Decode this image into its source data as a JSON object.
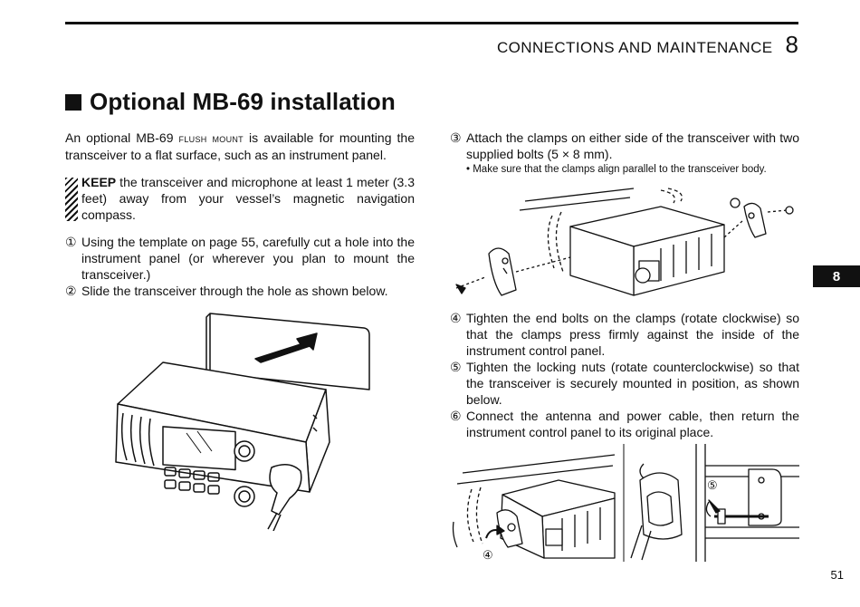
{
  "header": {
    "section_title": "CONNECTIONS AND MAINTENANCE",
    "section_number": "8"
  },
  "side_tab": "8",
  "title": "Optional MB-69 installation",
  "intro": {
    "part1": "An optional MB-69 ",
    "smallcaps": "flush mount",
    "part2": " is available for mounting the transceiver to a flat surface, such as an instrument panel."
  },
  "warning": {
    "bold": "KEEP",
    "text": " the transceiver and microphone at least 1 meter (3.3 feet) away from your vessel’s magnetic navigation compass."
  },
  "steps_left": [
    {
      "num": "①",
      "text": "Using the template on page 55, carefully cut a hole into the instrument panel (or wherever you plan to mount the transceiver.)"
    },
    {
      "num": "②",
      "text": "Slide the transceiver through the hole as shown below."
    }
  ],
  "step3": {
    "num": "③",
    "text": "Attach the clamps on either side of the transceiver with two supplied bolts (5 × 8 mm).",
    "note": "• Make sure that the clamps align parallel to the transceiver body."
  },
  "steps_right": [
    {
      "num": "④",
      "text": "Tighten the end bolts on the clamps (rotate clockwise) so that the clamps press firmly against the inside of the instrument control panel."
    },
    {
      "num": "⑤",
      "text": "Tighten the locking nuts (rotate counterclockwise) so that the transceiver is securely mounted in position, as shown below."
    },
    {
      "num": "⑥",
      "text": "Connect the antenna and power cable, then return the instrument control panel to its original place."
    }
  ],
  "figure_labels": {
    "bolt": "④",
    "nut": "⑤"
  },
  "page_number": "51"
}
